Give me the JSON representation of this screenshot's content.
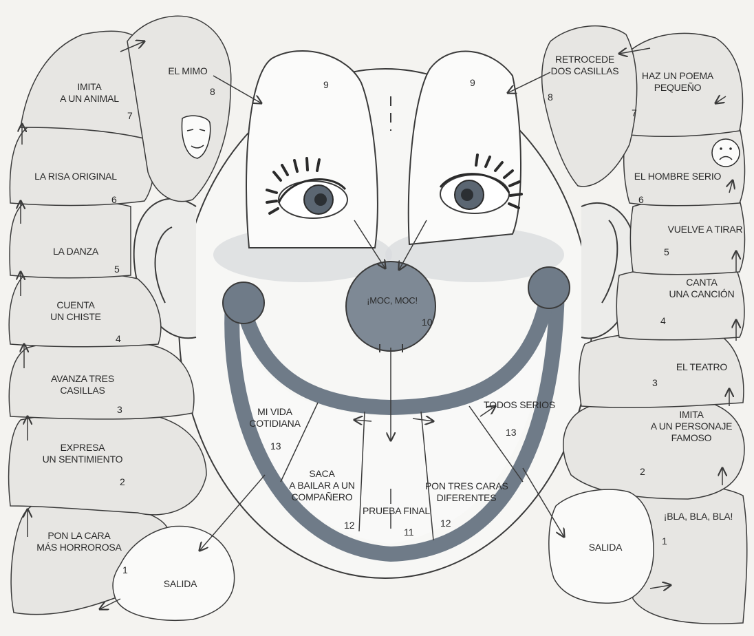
{
  "colors": {
    "outline": "#3a3a3a",
    "cloud_fill": "#e7e6e3",
    "mouth_fill": "#6f7b88",
    "nose_fill": "#7e8995",
    "iris_fill": "#5b6672",
    "cheek_fill": "#dadcdf",
    "paper": "#f4f3f0"
  },
  "icons": {
    "mask": "theater-mask-icon",
    "sad_face": "sad-face-icon"
  },
  "left_track": [
    {
      "label_lines": [
        "SALIDA"
      ],
      "number": ""
    },
    {
      "label_lines": [
        "PON LA CARA",
        "MÁS HORROROSA"
      ],
      "number": "1"
    },
    {
      "label_lines": [
        "EXPRESA",
        "UN SENTIMIENTO"
      ],
      "number": "2"
    },
    {
      "label_lines": [
        "AVANZA TRES",
        "CASILLAS"
      ],
      "number": "3"
    },
    {
      "label_lines": [
        "CUENTA",
        "UN CHISTE"
      ],
      "number": "4"
    },
    {
      "label_lines": [
        "LA DANZA"
      ],
      "number": "5"
    },
    {
      "label_lines": [
        "LA RISA ORIGINAL"
      ],
      "number": "6"
    },
    {
      "label_lines": [
        "IMITA",
        "A UN ANIMAL"
      ],
      "number": "7"
    },
    {
      "label_lines": [
        "EL MIMO"
      ],
      "number": "8"
    }
  ],
  "right_track": [
    {
      "label_lines": [
        "SALIDA"
      ],
      "number": ""
    },
    {
      "label_lines": [
        "¡BLA, BLA, BLA!"
      ],
      "number": "1"
    },
    {
      "label_lines": [
        "IMITA",
        "A UN PERSONAJE",
        "FAMOSO"
      ],
      "number": "2"
    },
    {
      "label_lines": [
        "EL TEATRO"
      ],
      "number": "3"
    },
    {
      "label_lines": [
        "CANTA",
        "UNA CANCIÓN"
      ],
      "number": "4"
    },
    {
      "label_lines": [
        "VUELVE A TIRAR"
      ],
      "number": "5"
    },
    {
      "label_lines": [
        "EL HOMBRE SERIO"
      ],
      "number": "6"
    },
    {
      "label_lines": [
        "HAZ UN POEMA",
        "PEQUEÑO"
      ],
      "number": "7"
    },
    {
      "label_lines": [
        "RETROCEDE",
        "DOS CASILLAS"
      ],
      "number": "8"
    }
  ],
  "eyes": {
    "left_number": "9",
    "right_number": "9"
  },
  "nose": {
    "label": "¡MOC, MOC!",
    "number": "10"
  },
  "mouth": [
    {
      "label_lines": [
        "MI VIDA",
        "COTIDIANA"
      ],
      "number": "13"
    },
    {
      "label_lines": [
        "SACA",
        "A BAILAR A UN",
        "COMPAÑERO"
      ],
      "number": "12"
    },
    {
      "label_lines": [
        "PRUEBA FINAL"
      ],
      "number": "11"
    },
    {
      "label_lines": [
        "PON TRES CARAS",
        "DIFERENTES"
      ],
      "number": "12"
    },
    {
      "label_lines": [
        "TODOS SERIOS"
      ],
      "number": "13"
    }
  ]
}
